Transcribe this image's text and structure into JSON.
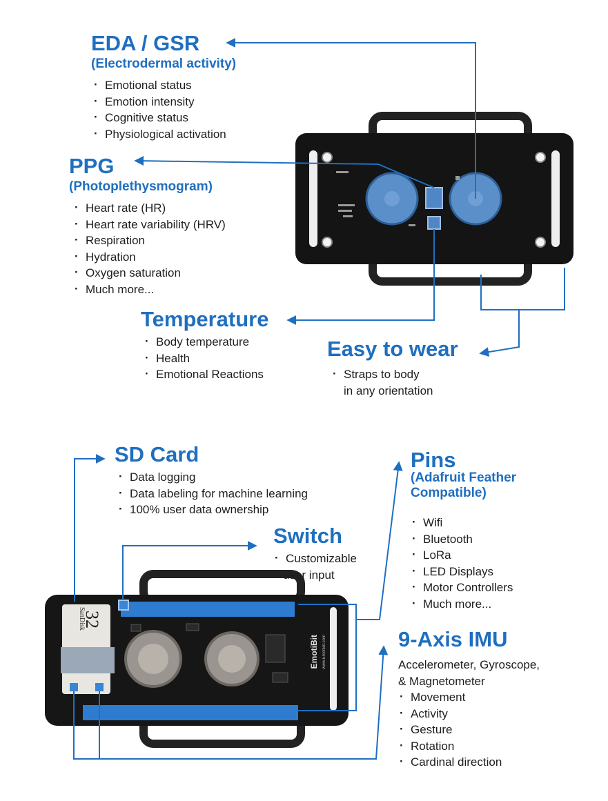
{
  "eda": {
    "title": "EDA / GSR",
    "subtitle": "(Electrodermal activity)",
    "items": [
      "Emotional status",
      "Emotion intensity",
      "Cognitive status",
      "Physiological activation"
    ]
  },
  "ppg": {
    "title": "PPG",
    "subtitle": "(Photoplethysmogram)",
    "items": [
      "Heart rate (HR)",
      "Heart rate variability (HRV)",
      "Respiration",
      "Hydration",
      "Oxygen saturation",
      "Much more..."
    ]
  },
  "temperature": {
    "title": "Temperature",
    "items": [
      "Body temperature",
      "Health",
      "Emotional Reactions"
    ]
  },
  "wear": {
    "title": "Easy to wear",
    "items": [
      "Straps to body"
    ],
    "continuation": "in any orientation"
  },
  "sd": {
    "title": "SD Card",
    "items": [
      "Data logging",
      "Data labeling for machine learning",
      "100% user data ownership"
    ]
  },
  "switch": {
    "title": "Switch",
    "items": [
      "Customizable"
    ],
    "continuation": "user input"
  },
  "pins": {
    "title": "Pins",
    "subtitle_line1": "(Adafruit Feather",
    "subtitle_line2": "Compatible)",
    "items": [
      "Wifi",
      "Bluetooth",
      "LoRa",
      "LED Displays",
      "Motor Controllers",
      "Much more..."
    ]
  },
  "imu": {
    "title": "9-Axis IMU",
    "desc_line1": "Accelerometer, Gyroscope,",
    "desc_line2": "& Magnetometer",
    "items": [
      "Movement",
      "Activity",
      "Gesture",
      "Rotation",
      "Cardinal direction"
    ]
  },
  "board_labels": {
    "sd_brand": "SanDisk",
    "sd_capacity": "32",
    "board_name": "EmotiBit",
    "board_url": "www.EmotiBit.com"
  },
  "colors": {
    "accent": "#1f6fc0",
    "pcb": "#141414",
    "electrode": "#5a8fc9",
    "header": "#2d7cd0"
  }
}
